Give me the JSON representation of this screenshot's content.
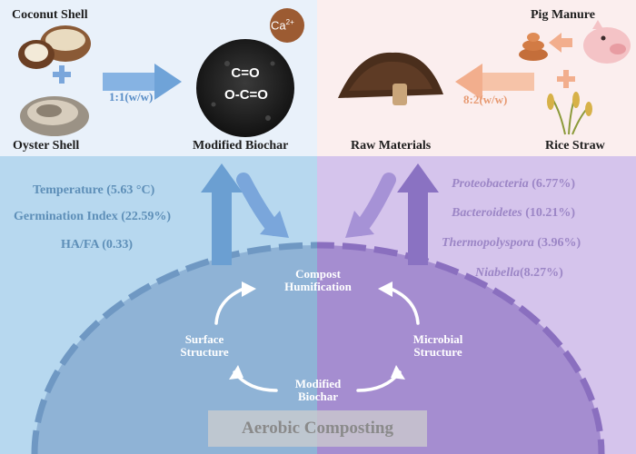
{
  "inputs_left": {
    "coconut_shell": "Coconut Shell",
    "oyster_shell": "Oyster Shell",
    "ratio": "1:1(w/w)",
    "product": "Modified Biochar",
    "biochar_groups": [
      "C=O",
      "O-C=O"
    ],
    "ion": "Ca",
    "ion_charge": "2+"
  },
  "inputs_right": {
    "pig_manure": "Pig Manure",
    "rice_straw": "Rice Straw",
    "ratio": "8:2(w/w)",
    "product": "Raw Materials"
  },
  "indicators_left": [
    "Temperature (5.63 °C)",
    "Germination Index (22.59%)",
    "HA/FA (0.33)"
  ],
  "indicators_right": [
    {
      "name": "Proteobacteria",
      "value": " (6.77%)"
    },
    {
      "name": "Bacteroidetes",
      "value": " (10.21%)"
    },
    {
      "name": "Thermopolyspora",
      "value": " (3.96%)"
    },
    {
      "name": "Niabella",
      "value": "(8.27%)"
    }
  ],
  "cycle": {
    "top_line1": "Compost",
    "top_line2": "Humification",
    "left_line1": "Surface",
    "left_line2": "Structure",
    "right_line1": "Microbial",
    "right_line2": "Structure",
    "bottom_line1": "Modified",
    "bottom_line2": "Biochar"
  },
  "title": "Aerobic Composting",
  "colors": {
    "left_panel": "#b7d8ef",
    "right_panel": "#d5c4ec",
    "dome_left": "#8fb3d6",
    "dome_right": "#a58dd0",
    "arrow_left": "#6fa3d8",
    "arrow_right": "#f2ae8d"
  }
}
